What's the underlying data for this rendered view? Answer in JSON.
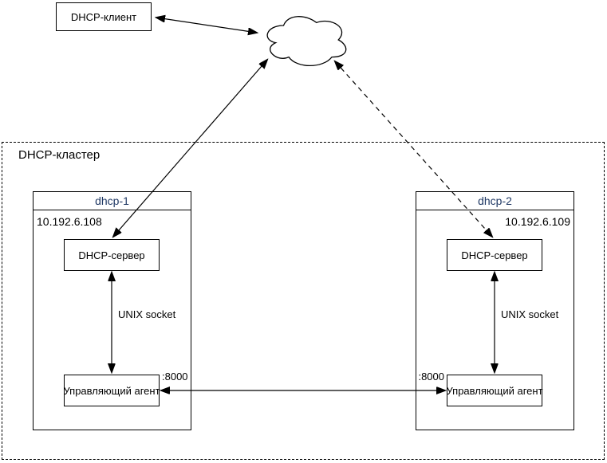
{
  "colors": {
    "node_title": "#1f3864",
    "line": "#000000",
    "background": "#ffffff"
  },
  "client": {
    "label": "DHCP-клиент"
  },
  "cloud": {
    "icon": "network-cloud-icon"
  },
  "cluster": {
    "label": "DHCP-кластер"
  },
  "nodes": [
    {
      "title": "dhcp-1",
      "ip": "10.192.6.108",
      "server_label": "DHCP-сервер",
      "socket_label": "UNIX socket",
      "agent_label": "Управляющий агент",
      "port_label": ":8000"
    },
    {
      "title": "dhcp-2",
      "ip": "10.192.6.109",
      "server_label": "DHCP-сервер",
      "socket_label": "UNIX socket",
      "agent_label": "Управляющий агент",
      "port_label": ":8000"
    }
  ]
}
